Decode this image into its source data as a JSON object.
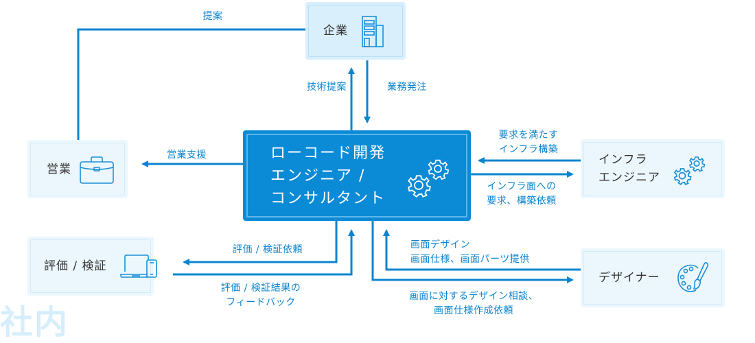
{
  "colors": {
    "accent": "#0b8ad6",
    "line": "#0b84cf",
    "box_bg": "#ecf7fd",
    "company_bg": "#d9effc",
    "watermark": "#d6eefc",
    "label_text": "#333333"
  },
  "nodes": {
    "center": {
      "label": "ローコード開発\nエンジニア /\nコンサルタント",
      "icon": "gears-icon"
    },
    "company": {
      "label": "企業",
      "icon": "building-icon"
    },
    "sales": {
      "label": "営業",
      "icon": "briefcase-icon"
    },
    "evaluation": {
      "label": "評価 / 検証",
      "icon": "laptop-phone-icon"
    },
    "infra": {
      "label": "インフラ\nエンジニア",
      "icon": "gears-icon"
    },
    "designer": {
      "label": "デザイナー",
      "icon": "palette-icon"
    }
  },
  "edges": {
    "proposal": "提案",
    "tech_proposal": "技術提案",
    "business_order": "業務発注",
    "sales_support": "営業支援",
    "infra_build": "要求を満たす\nインフラ構築",
    "infra_request": "インフラ面への\n要求、構築依頼",
    "eval_request": "評価 / 検証依頼",
    "eval_feedback": "評価 / 検証結果の\nフィードバック",
    "design_provide": "画面デザイン\n画面仕様、画面パーツ提供",
    "design_request": "画面に対するデザイン相談、\n画面仕様作成依頼"
  },
  "watermark": "社内"
}
